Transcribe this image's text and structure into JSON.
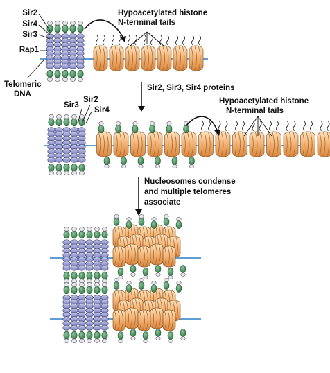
{
  "panel1": {
    "sir2": "Sir2",
    "sir4": "Sir4",
    "sir3": "Sir3",
    "rap1": "Rap1",
    "telomeric_dna_line1": "Telomeric",
    "telomeric_dna_line2": "DNA",
    "hypo_line1": "Hypoacetylated histone",
    "hypo_line2": "N-terminal tails"
  },
  "step1": {
    "label": "Sir2, Sir3, Sir4 proteins"
  },
  "panel2": {
    "sir2": "Sir2",
    "sir3": "Sir3",
    "sir4": "Sir4",
    "hypo_line1": "Hypoacetylated histone",
    "hypo_line2": "N-terminal tails"
  },
  "step2": {
    "line1": "Nucleosomes condense",
    "line2": "and multiple telomeres",
    "line3": "associate"
  },
  "colors": {
    "dna": "#2a7fc1",
    "rap1": "#8b8fc9",
    "sir_green": "#3f8a55",
    "sir_light": "#e6e6ee",
    "nucleosome": "#f0a860",
    "nucleosome_edge": "#8a5a2a",
    "text": "#111111"
  }
}
